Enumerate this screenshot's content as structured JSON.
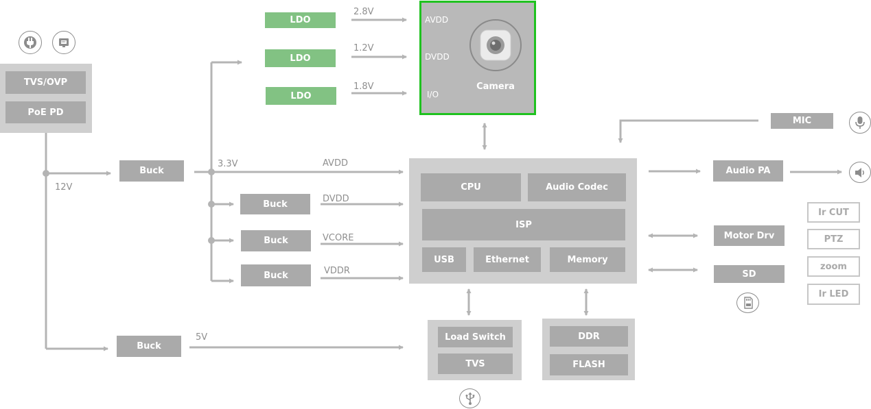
{
  "power": {
    "tvs": "TVS/OVP",
    "poe": "PoE PD",
    "rail_12v": "12V"
  },
  "ldo": [
    {
      "label": "LDO",
      "voltage": "2.8V"
    },
    {
      "label": "LDO",
      "voltage": "1.2V"
    },
    {
      "label": "LDO",
      "voltage": "1.8V"
    }
  ],
  "camera": {
    "title": "Camera",
    "pin_avdd": "AVDD",
    "pin_dvdd": "DVDD",
    "pin_io": "I/O"
  },
  "bucks": {
    "main": {
      "label": "Buck",
      "voltage": "3.3V",
      "rail": "AVDD"
    },
    "dvdd": {
      "label": "Buck",
      "rail": "DVDD"
    },
    "vcore": {
      "label": "Buck",
      "rail": "VCORE"
    },
    "vddr": {
      "label": "Buck",
      "rail": "VDDR"
    },
    "five": {
      "label": "Buck",
      "voltage": "5V"
    }
  },
  "soc": {
    "cpu": "CPU",
    "codec": "Audio Codec",
    "isp": "ISP",
    "usb": "USB",
    "ethernet": "Ethernet",
    "memory": "Memory"
  },
  "usb_block": {
    "load_switch": "Load Switch",
    "tvs": "TVS"
  },
  "mem_block": {
    "ddr": "DDR",
    "flash": "FLASH"
  },
  "peripherals": {
    "mic": "MIC",
    "audio_pa": "Audio PA",
    "motor": "Motor Drv",
    "sd": "SD"
  },
  "motor_targets": [
    "Ir CUT",
    "PTZ",
    "zoom",
    "Ir LED"
  ],
  "icons": [
    "power-plug-icon",
    "ethernet-port-icon",
    "microphone-icon",
    "speaker-icon",
    "sd-card-icon",
    "usb-icon",
    "camera-lens-icon"
  ],
  "colors": {
    "block": "#aaaaaa",
    "panel": "#cfcfcf",
    "ldo": "#82c283",
    "camera_border": "#1fc21f",
    "wire": "#b4b4b4"
  }
}
